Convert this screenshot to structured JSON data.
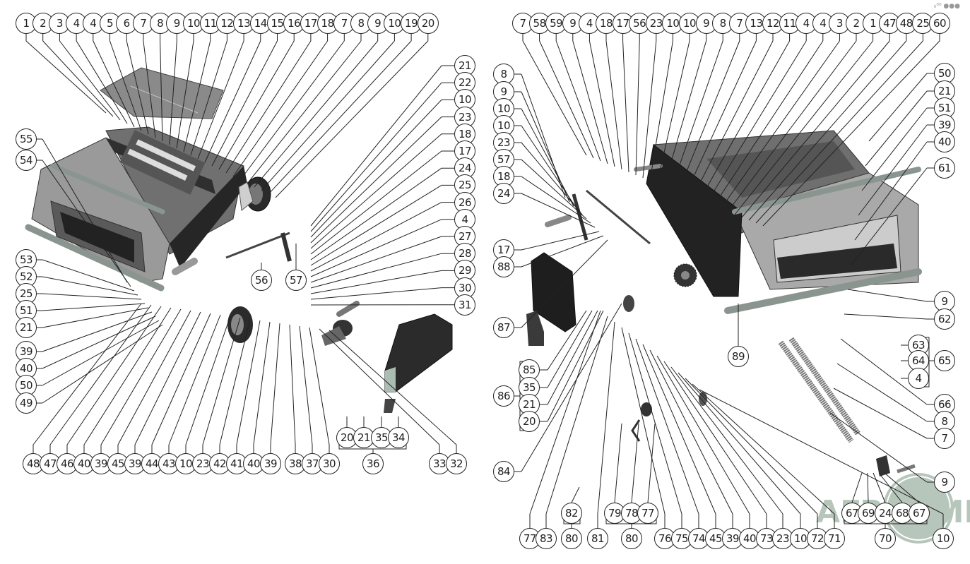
{
  "diagram": {
    "type": "exploded parts diagram",
    "watermark": "АГРОЦИК",
    "corner_mark": "₀⁰⁰ ●●●",
    "left_view": {
      "top_row": [
        "1",
        "2",
        "3",
        "4",
        "4",
        "5",
        "6",
        "7",
        "8",
        "9",
        "10",
        "11",
        "12",
        "13",
        "14",
        "15",
        "16",
        "17",
        "18",
        "7",
        "8",
        "9",
        "10",
        "19",
        "20"
      ],
      "right_column": [
        "21",
        "22",
        "10",
        "23",
        "18",
        "17",
        "24",
        "25",
        "26",
        "4",
        "27",
        "28",
        "29",
        "30",
        "31"
      ],
      "left_column": [
        "55",
        "54",
        "53",
        "52",
        "25",
        "51",
        "21",
        "39",
        "40",
        "50",
        "49"
      ],
      "bottom_row": [
        "48",
        "47",
        "46",
        "40",
        "39",
        "45",
        "39",
        "44",
        "43",
        "10",
        "23",
        "42",
        "41",
        "40",
        "39",
        "38",
        "37",
        "30",
        "33",
        "32"
      ],
      "inner": [
        "56",
        "57"
      ],
      "group_36": {
        "label": "36",
        "items": [
          "20",
          "21",
          "35",
          "34"
        ]
      }
    },
    "right_view": {
      "top_row": [
        "7",
        "58",
        "59",
        "9",
        "4",
        "18",
        "17",
        "56",
        "23",
        "10",
        "10",
        "9",
        "8",
        "7",
        "13",
        "12",
        "11",
        "4",
        "4",
        "3",
        "2",
        "1",
        "47",
        "48",
        "25",
        "60"
      ],
      "left_column": [
        "8",
        "9",
        "10",
        "10",
        "23",
        "57",
        "18",
        "24",
        "17",
        "88",
        "87",
        "84"
      ],
      "group_86": {
        "label": "86",
        "items": [
          "85",
          "35",
          "21",
          "20"
        ]
      },
      "right_column": [
        "50",
        "21",
        "51",
        "39",
        "40",
        "61",
        "9",
        "62",
        "66",
        "8",
        "7",
        "9"
      ],
      "group_65": {
        "label": "65",
        "items": [
          "63",
          "64",
          "4"
        ]
      },
      "inner": [
        "89"
      ],
      "bottom_row": [
        "77",
        "83",
        "81",
        "76",
        "75",
        "74",
        "45",
        "39",
        "40",
        "73",
        "23",
        "10",
        "72",
        "71",
        "10"
      ],
      "group_80a": {
        "label": "80",
        "items": [
          "82"
        ]
      },
      "group_80b": {
        "label": "80",
        "items": [
          "79",
          "78",
          "77"
        ]
      },
      "group_70": {
        "label": "70",
        "items": [
          "67",
          "69",
          "24",
          "68",
          "67"
        ]
      }
    }
  }
}
